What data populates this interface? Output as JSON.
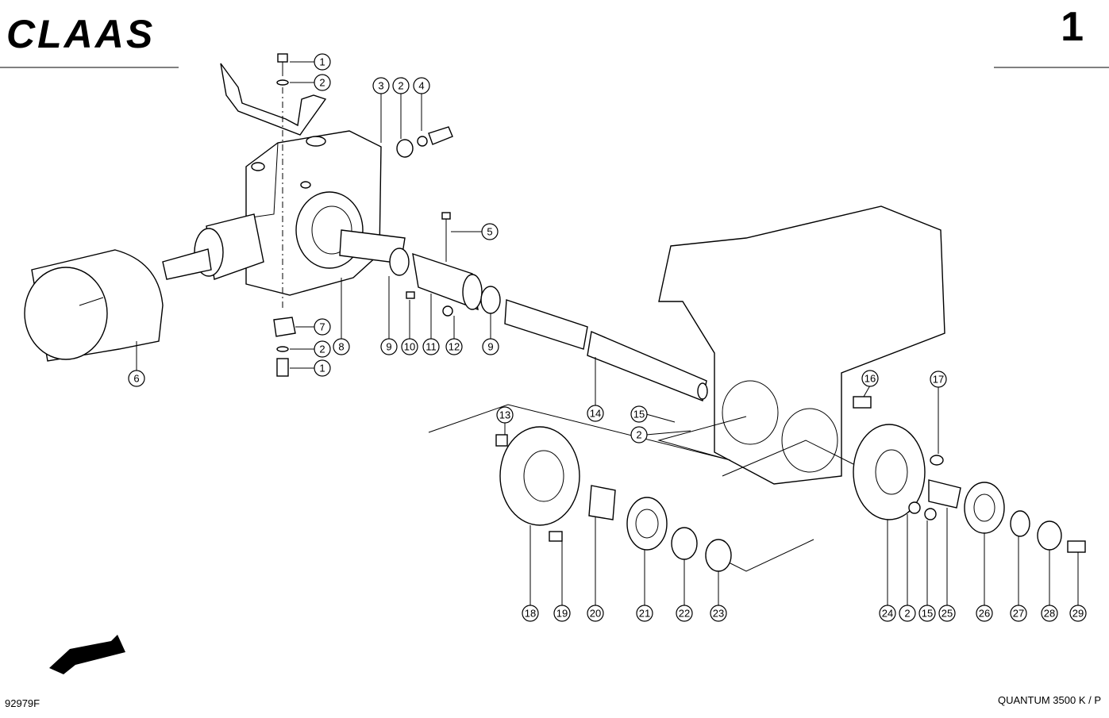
{
  "header": {
    "brand_logo": "CLAAS",
    "page_number": "1"
  },
  "footer": {
    "drawing_number": "92979F",
    "model": "QUANTUM  3500 K / P"
  },
  "direction_arrow": "arrow-left-down-icon",
  "callouts": [
    "1",
    "2",
    "3",
    "2",
    "4",
    "5",
    "6",
    "7",
    "2",
    "1",
    "8",
    "9",
    "10",
    "11",
    "12",
    "9",
    "14",
    "13",
    "15",
    "2",
    "16",
    "17",
    "18",
    "19",
    "20",
    "21",
    "22",
    "23",
    "24",
    "2",
    "15",
    "25",
    "26",
    "27",
    "28",
    "29"
  ]
}
